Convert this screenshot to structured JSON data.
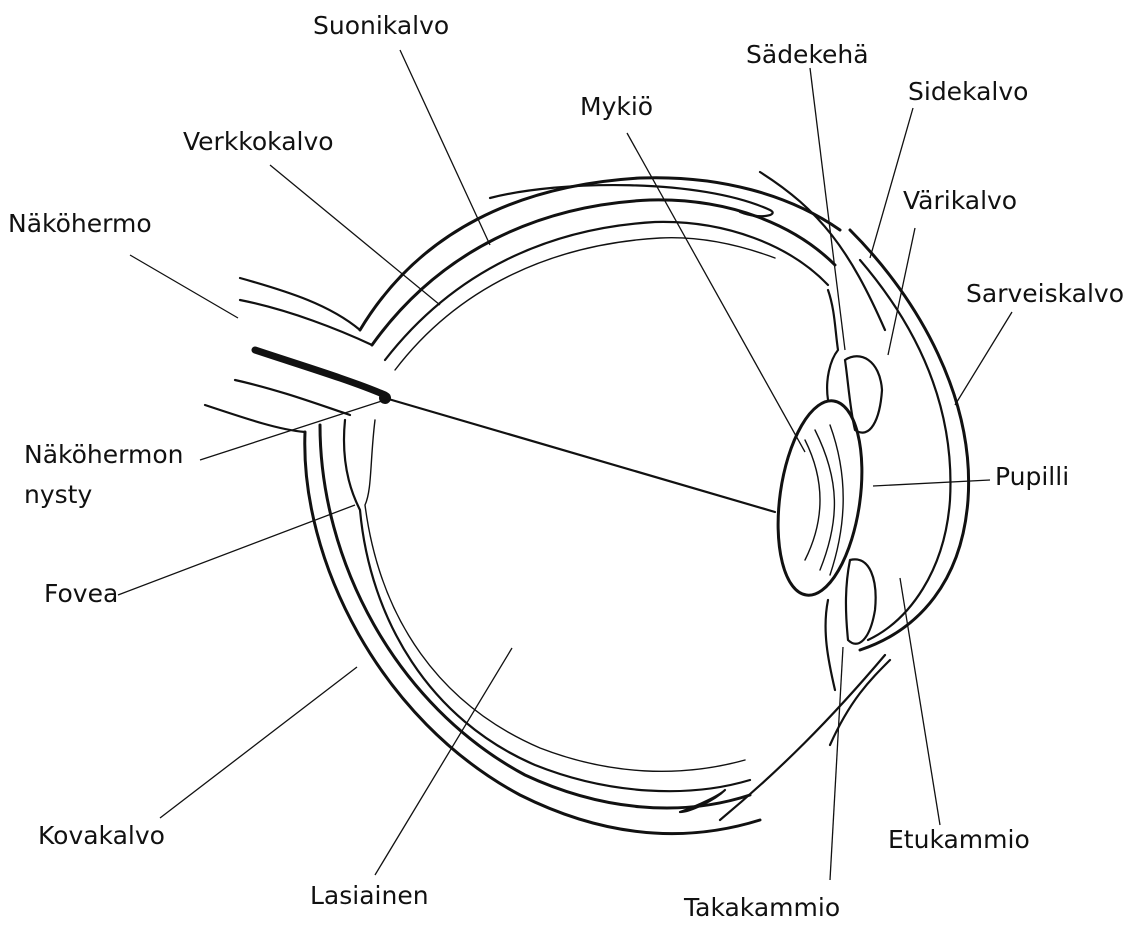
{
  "labels": {
    "suonikalvo": "Suonikalvo",
    "sadekeha": "Sädekehä",
    "sidekalvo": "Sidekalvo",
    "mykio": "Mykiö",
    "verkkokalvo": "Verkkokalvo",
    "varikalvo": "Värikalvo",
    "nakohermo": "Näköhermo",
    "sarveiskalvo": "Sarveiskalvo",
    "nakohermon_line1": "Näköhermon",
    "nakohermon_line2": "nysty",
    "pupilli": "Pupilli",
    "fovea": "Fovea",
    "kovakalvo": "Kovakalvo",
    "etukammio": "Etukammio",
    "lasiainen": "Lasiainen",
    "takakammio": "Takakammio"
  },
  "colors": {
    "ink": "#111111",
    "background": "#ffffff"
  }
}
